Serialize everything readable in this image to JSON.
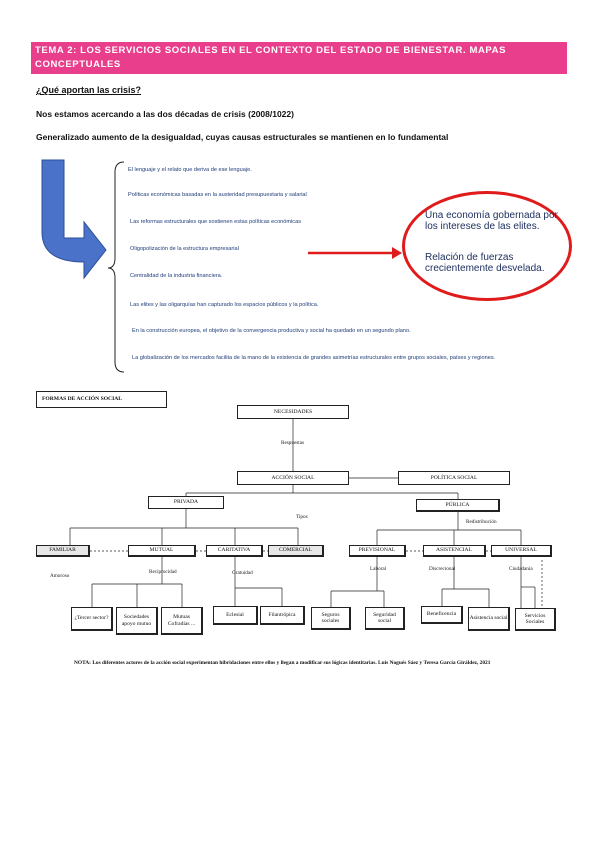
{
  "banner": {
    "title": "TEMA 2: LOS SERVICIOS SOCIALES EN EL CONTEXTO DEL ESTADO DE BIENESTAR. MAPAS CONCEPTUALES",
    "color": "#e83e8c"
  },
  "intro": {
    "question": "¿Qué aportan las crisis?",
    "line1": "Nos estamos acercando a las dos décadas de crisis (2008/1022)",
    "line2": "Generalizado aumento de la desigualdad, cuyas causas estructurales se mantienen en lo fundamental"
  },
  "causes": [
    "El lenguaje y el relato que deriva de ese lenguaje.",
    "Políticas económicas basadas en la austeridad presupuestaria y salarial",
    "Las reformas estructurales que sostienen estas políticas económicas",
    "Oligopolización de la estructura empresarial",
    "Centralidad de la industria financiera.",
    "Las elites y las oligarquías han capturado los espacios públicos y la política.",
    "En la construcción europea, el objetivo de la convergencia productiva y social ha quedado en un segundo plano.",
    "La globalización de los mercados facilita de la mano de la existencia de grandes asimetrías estructurales entre grupos sociales, países y regiones."
  ],
  "callout": {
    "text1": "Una economía gobernada por los intereses de las elites.",
    "text2": "Relación de fuerzas crecientemente desvelada.",
    "border_color": "#e01b1b",
    "arrow_color": "#3f6bc4"
  },
  "diagram": {
    "title": "FORMAS DE ACCIÓN SOCIAL",
    "nodes": {
      "necesidades": "NECESIDADES",
      "accion_social": "ACCIÓN SOCIAL",
      "politica_social": "POLÍTICA SOCIAL",
      "privada": "PRIVADA",
      "publica": "PÚBLICA",
      "familiar": "FAMILIAR",
      "mutual": "MUTUAL",
      "caritativa": "CARITATIVA",
      "comercial": "COMERCIAL",
      "previsional": "PREVISIONAL",
      "asistencial": "ASISTENCIAL",
      "universal": "UNIVERSAL",
      "tercer_sector": "¿Tercer sector?",
      "sociedades_apoyo": "Sociedades apoyo mutuo",
      "mutuas": "Mutuas Cofradías ...",
      "eclesial": "Eclesial",
      "filantropica": "Filantrópica",
      "seguros_sociales": "Seguros sociales",
      "seguridad_social": "Seguridad social",
      "beneficencia": "Beneficencia",
      "asistencia_social": "Asistencia social",
      "servicios_sociales": "Servicios Sociales"
    },
    "labels": {
      "respuestas": "Respuestas",
      "tipos": "Tipos",
      "redistribucion": "Redistribución",
      "amoroso": "Amoroso",
      "reciprocidad": "Reciprocidad",
      "gratuidad": "Gratuidad",
      "laboral": "Laboral",
      "discrecional": "Discrecional",
      "ciudadania": "Ciudadanía"
    }
  },
  "note": "NOTA: Los diferentes actores de la acción social experimentan hibridaciones entre ellos y llegan a modificar sus lógicas identitarias. Luis Nogués Sáez y Teresa García Giráldez, 2021"
}
